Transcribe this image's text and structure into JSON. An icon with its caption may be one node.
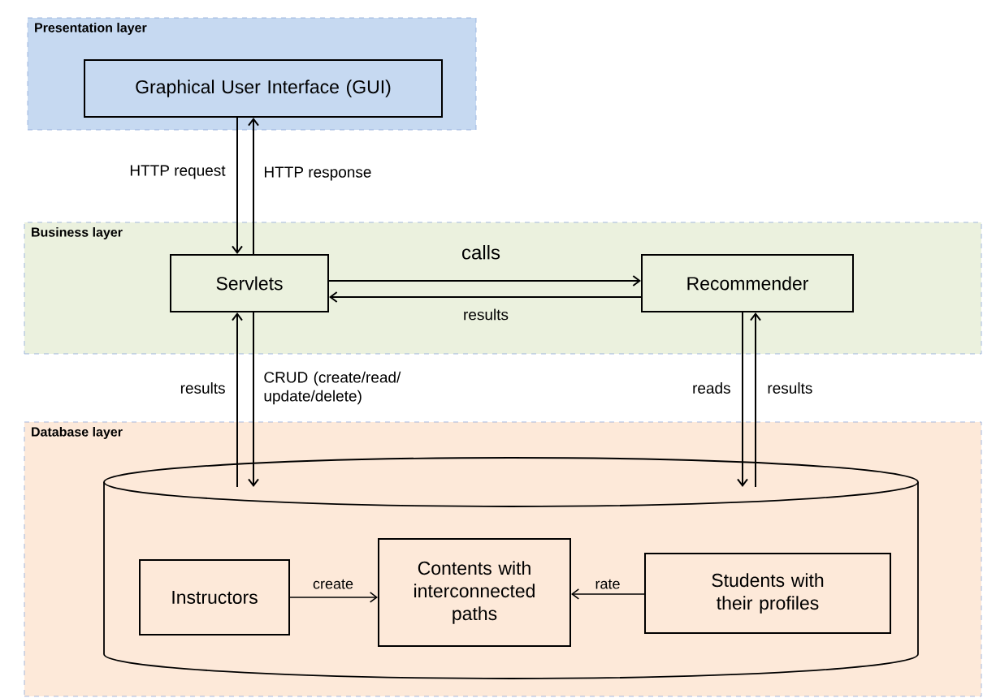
{
  "diagram": {
    "nodes": [
      {
        "text": [
          "Presentation layer"
        ]
      },
      {
        "text": [
          "Graphical User Interface (GUI)"
        ],
        "in": 0
      },
      {
        "text": [
          "Business layer"
        ]
      },
      {
        "text": [
          "Servlets"
        ],
        "in": 2
      },
      {
        "text": [
          "Recommender"
        ],
        "in": 2
      },
      {
        "text": [
          "Database layer"
        ]
      },
      {
        "text": [],
        "shape": "cylinder",
        "in": 5
      },
      {
        "text": [
          "Instructors"
        ],
        "in": 6
      },
      {
        "text": [
          "Contents with interconnected paths"
        ],
        "in": 6
      },
      {
        "text": [
          "Students with their profiles"
        ],
        "in": 6
      }
    ],
    "edges": [
      {
        "from": 1,
        "to": 3,
        "arrow": "to",
        "label": "HTTP request"
      },
      {
        "from": 3,
        "to": 1,
        "arrow": "to",
        "label": "HTTP response"
      },
      {
        "from": 3,
        "to": 4,
        "arrow": "to",
        "label": "calls"
      },
      {
        "from": 4,
        "to": 3,
        "arrow": "to",
        "label": "results"
      },
      {
        "from": 6,
        "to": 3,
        "arrow": "to",
        "label": "results"
      },
      {
        "from": 3,
        "to": 6,
        "arrow": "to",
        "label": "CRUD (create/read/ update/delete)"
      },
      {
        "from": 4,
        "to": 6,
        "arrow": "to",
        "label": "reads"
      },
      {
        "from": 6,
        "to": 4,
        "arrow": "to",
        "label": "results"
      },
      {
        "from": 7,
        "to": 8,
        "arrow": "to",
        "label": "create"
      },
      {
        "from": 9,
        "to": 8,
        "arrow": "to",
        "label": "rate"
      }
    ]
  }
}
